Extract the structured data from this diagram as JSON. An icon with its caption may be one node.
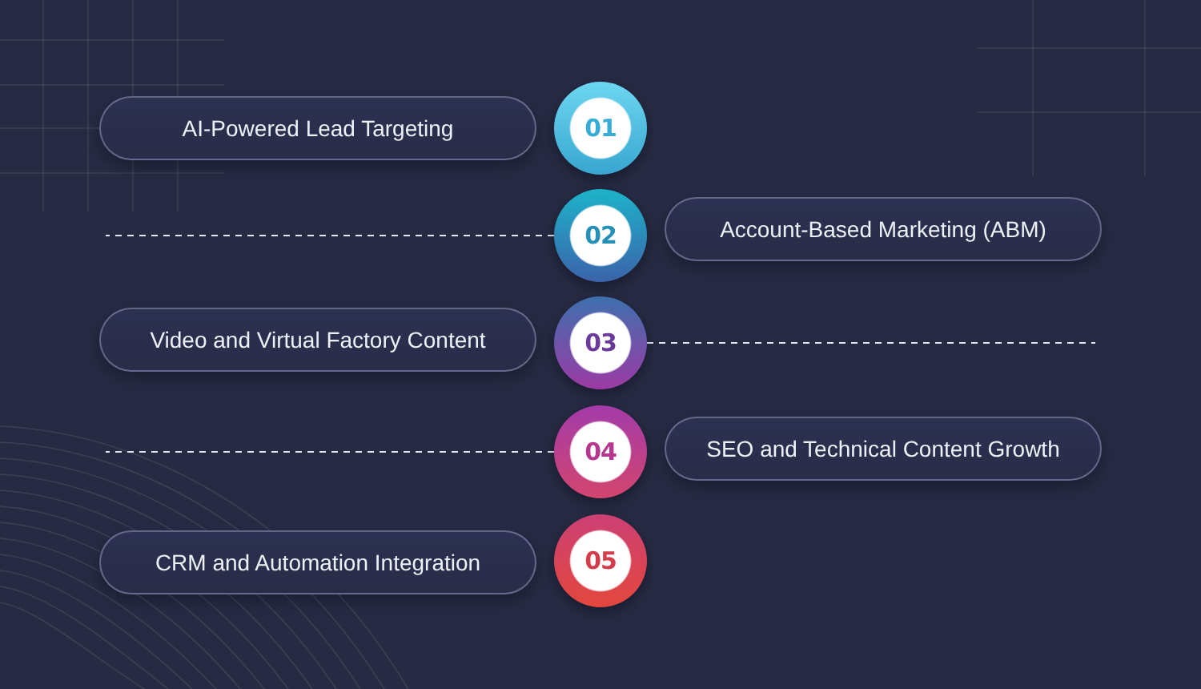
{
  "diagram": {
    "nodes": [
      {
        "text": [
          "AI-Powered Lead Targeting"
        ]
      },
      {
        "text": [
          "01"
        ]
      },
      {
        "text": [
          "02"
        ]
      },
      {
        "text": [
          "Account-Based Marketing (ABM)"
        ]
      },
      {
        "text": [
          "Video and Virtual Factory Content"
        ]
      },
      {
        "text": [
          "03"
        ]
      },
      {
        "text": [
          "04"
        ]
      },
      {
        "text": [
          "SEO and Technical Content Growth"
        ]
      },
      {
        "text": [
          "CRM and Automation Integration"
        ]
      },
      {
        "text": [
          "05"
        ]
      }
    ],
    "edges": [
      {
        "from": 2,
        "to": null,
        "arrow": "none",
        "style": "dashed"
      },
      {
        "from": 5,
        "to": null,
        "arrow": "none",
        "style": "dashed"
      },
      {
        "from": 6,
        "to": null,
        "arrow": "none",
        "style": "dashed"
      }
    ]
  }
}
